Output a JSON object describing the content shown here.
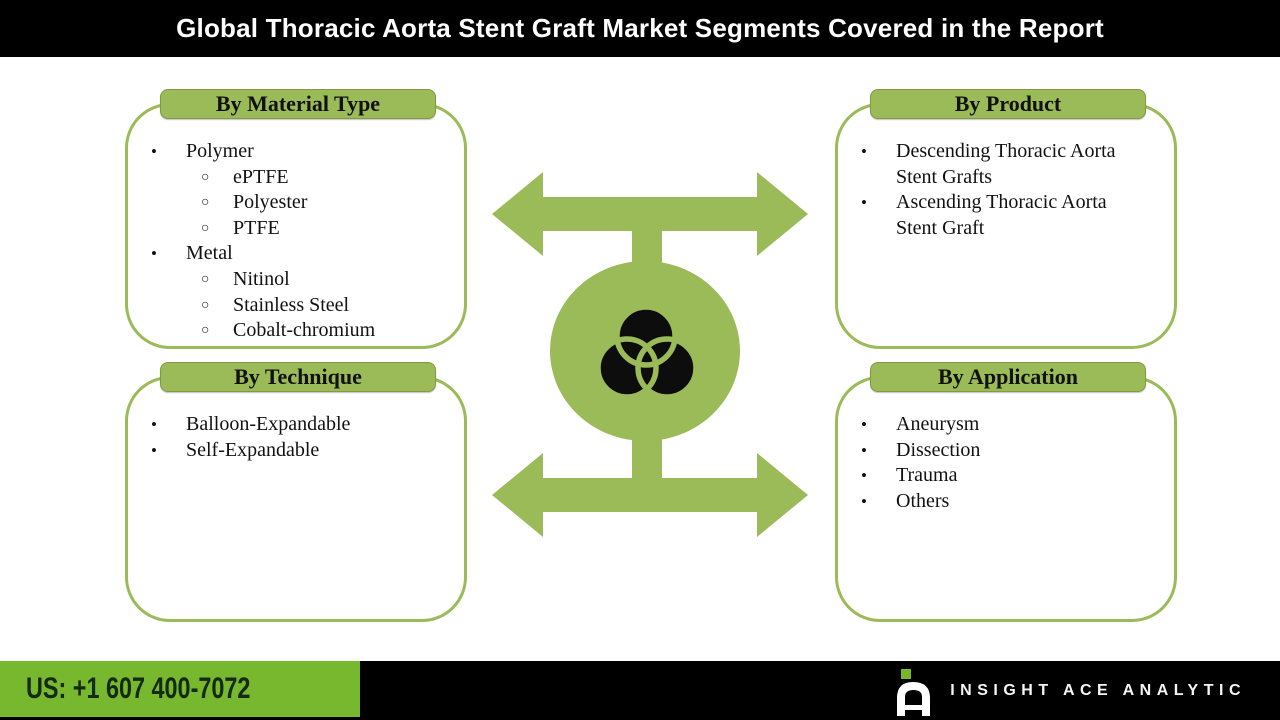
{
  "header": {
    "title": "Global Thoracic Aorta Stent Graft Market Segments Covered in the Report"
  },
  "panels": [
    {
      "id": "material-type",
      "title": "By Material Type",
      "items": [
        {
          "level": 1,
          "text": "Polymer"
        },
        {
          "level": 2,
          "text": "ePTFE"
        },
        {
          "level": 2,
          "text": "Polyester"
        },
        {
          "level": 2,
          "text": "PTFE"
        },
        {
          "level": 1,
          "text": "Metal"
        },
        {
          "level": 2,
          "text": "Nitinol"
        },
        {
          "level": 2,
          "text": "Stainless Steel"
        },
        {
          "level": 2,
          "text": "Cobalt-chromium"
        }
      ]
    },
    {
      "id": "product",
      "title": "By Product",
      "items": [
        {
          "level": 1,
          "text": "Descending Thoracic Aorta Stent Grafts"
        },
        {
          "level": 1,
          "text": "Ascending Thoracic Aorta Stent Graft"
        }
      ]
    },
    {
      "id": "technique",
      "title": "By Technique",
      "items": [
        {
          "level": 1,
          "text": "Balloon-Expandable"
        },
        {
          "level": 1,
          "text": "Self-Expandable"
        }
      ]
    },
    {
      "id": "application",
      "title": "By Application",
      "items": [
        {
          "level": 1,
          "text": "Aneurysm"
        },
        {
          "level": 1,
          "text": "Dissection"
        },
        {
          "level": 1,
          "text": "Trauma"
        },
        {
          "level": 1,
          "text": "Others"
        }
      ]
    }
  ],
  "bullets": {
    "level1": "•",
    "level2": "○"
  },
  "footer": {
    "phone": "US: +1 607 400-7072",
    "brand": "INSIGHT ACE ANALYTIC"
  },
  "icons": {
    "center": "venn-diagram-icon",
    "top": "double-headed-arrow-icon",
    "bottom": "double-headed-arrow-icon"
  },
  "colors": {
    "diagram_green": "#9bbb59",
    "footer_green": "#78b82e",
    "bar_black": "#000000",
    "text_ink": "#111111"
  }
}
